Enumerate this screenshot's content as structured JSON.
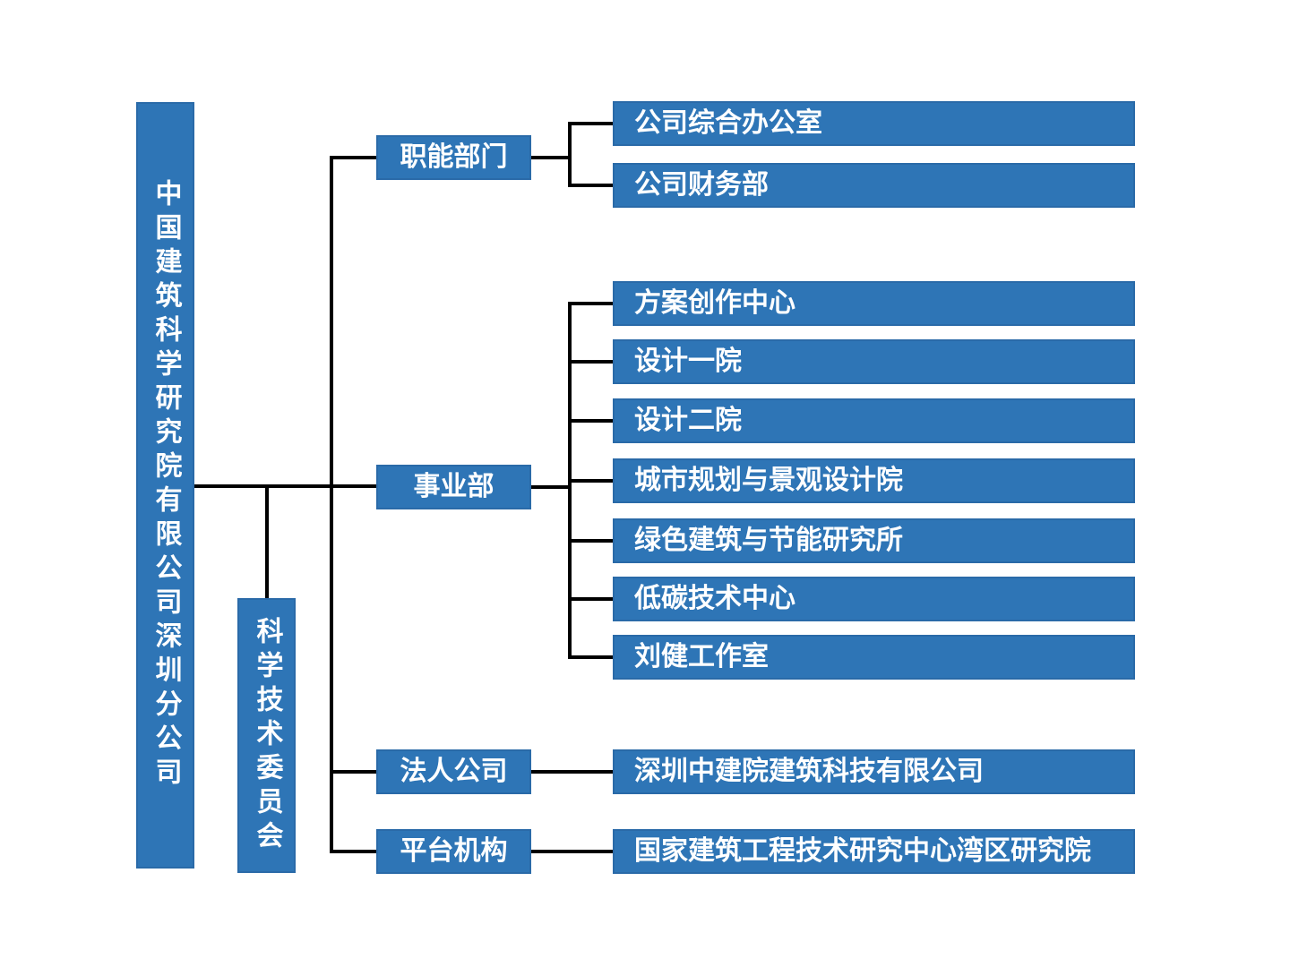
{
  "colors": {
    "box_fill": "#2E75B6",
    "box_border": "#2A6AA8",
    "line": "#000000",
    "text": "#FFFFFF",
    "background": "#FFFFFF"
  },
  "root": {
    "label": "中国建筑科学研究院有限公司深圳分公司"
  },
  "committee": {
    "label": "科学技术委员会"
  },
  "groups": [
    {
      "label": "职能部门",
      "children": [
        "公司综合办公室",
        "公司财务部"
      ]
    },
    {
      "label": "事业部",
      "children": [
        "方案创作中心",
        "设计一院",
        "设计二院",
        "城市规划与景观设计院",
        "绿色建筑与节能研究所",
        "低碳技术中心",
        "刘健工作室"
      ]
    },
    {
      "label": "法人公司",
      "children": [
        "深圳中建院建筑科技有限公司"
      ]
    },
    {
      "label": "平台机构",
      "children": [
        "国家建筑工程技术研究中心湾区研究院"
      ]
    }
  ]
}
